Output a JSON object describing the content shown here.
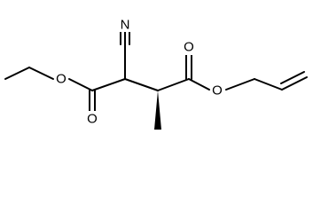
{
  "molecule": {
    "atoms": {
      "nitrogen": "N",
      "ester_left_carbonyl_oxygen": "O",
      "ester_left_ether_oxygen": "O",
      "ester_right_carbonyl_oxygen": "O",
      "ester_right_ether_oxygen": "O"
    },
    "colors": {
      "bond": "#000000",
      "label": "#000000",
      "background": "#ffffff"
    }
  }
}
